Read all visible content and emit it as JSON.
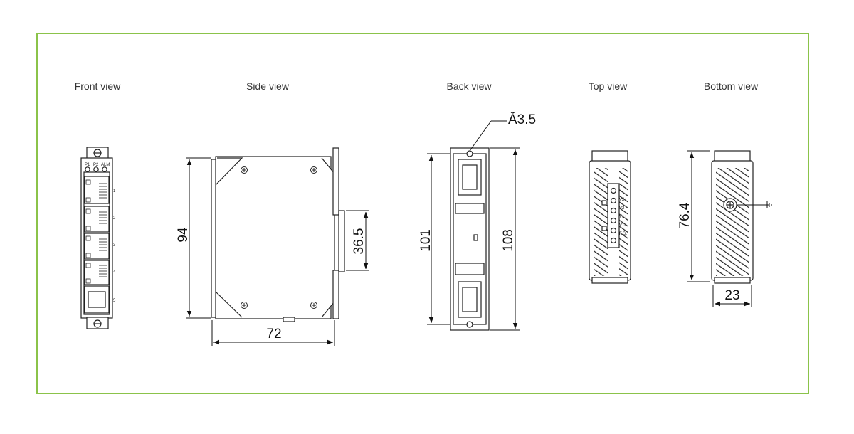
{
  "views": {
    "front": {
      "title": "Front view",
      "leds": [
        "P1",
        "P2",
        "ALM"
      ],
      "ports": [
        "1",
        "2",
        "3",
        "4",
        "5"
      ]
    },
    "side": {
      "title": "Side view",
      "height": "94",
      "width": "72",
      "rail": "36.5"
    },
    "back": {
      "title": "Back view",
      "hole": "Ă3.5",
      "inner_height": "101",
      "outer_height": "108"
    },
    "top": {
      "title": "Top view",
      "terminals": [
        "V2+",
        "V2-",
        "V1+",
        "V1-",
        "F.G."
      ]
    },
    "bottom": {
      "title": "Bottom view",
      "height": "76.4",
      "width": "23"
    }
  },
  "colors": {
    "frame": "#8bc34a",
    "line": "#222222",
    "fill": "#ffffff"
  },
  "icons": {
    "mount": "screw-icon",
    "ground": "ground-icon"
  }
}
